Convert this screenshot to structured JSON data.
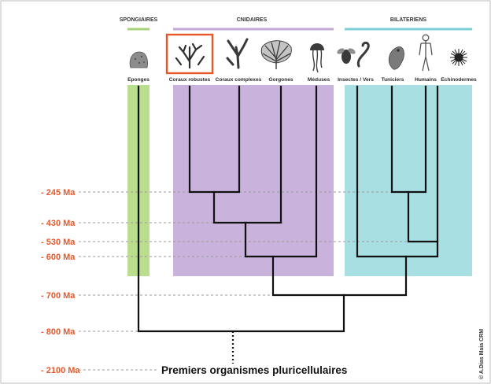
{
  "groups": [
    {
      "name": "SPONGIAIRES",
      "color": "#a9d37a"
    },
    {
      "name": "CNIDAIRES",
      "color": "#c3aad6"
    },
    {
      "name": "BILATERIENS",
      "color": "#7fcfd6"
    }
  ],
  "taxa": [
    {
      "label": "Eponges",
      "icon": "sponge-icon"
    },
    {
      "label": "Coraux robustes",
      "icon": "branching-coral-icon"
    },
    {
      "label": "Coraux complexes",
      "icon": "antler-coral-icon"
    },
    {
      "label": "Gorgones",
      "icon": "sea-fan-icon"
    },
    {
      "label": "Méduses",
      "icon": "jellyfish-icon"
    },
    {
      "label": "Insectes / Vers",
      "icon": "fly-and-worm-icon"
    },
    {
      "label": "Tuniciers",
      "icon": "tunicate-icon"
    },
    {
      "label": "Humains",
      "icon": "human-icon"
    },
    {
      "label": "Echinodermes",
      "icon": "sea-urchin-icon"
    }
  ],
  "times": [
    {
      "label": "- 245 Ma"
    },
    {
      "label": "- 430 Ma"
    },
    {
      "label": "- 530 Ma"
    },
    {
      "label": "- 600 Ma"
    },
    {
      "label": "- 700 Ma"
    },
    {
      "label": "- 800 Ma"
    },
    {
      "label": "- 2100 Ma"
    }
  ],
  "root_label": "Premiers organismes pluricellulaires",
  "credit": "© A.Dias Maia CRM",
  "colors": {
    "time_labels": "#e8582a",
    "highlight_box": "#e8582a",
    "tree_lines": "#111111"
  },
  "highlighted_taxon": "Coraux robustes"
}
